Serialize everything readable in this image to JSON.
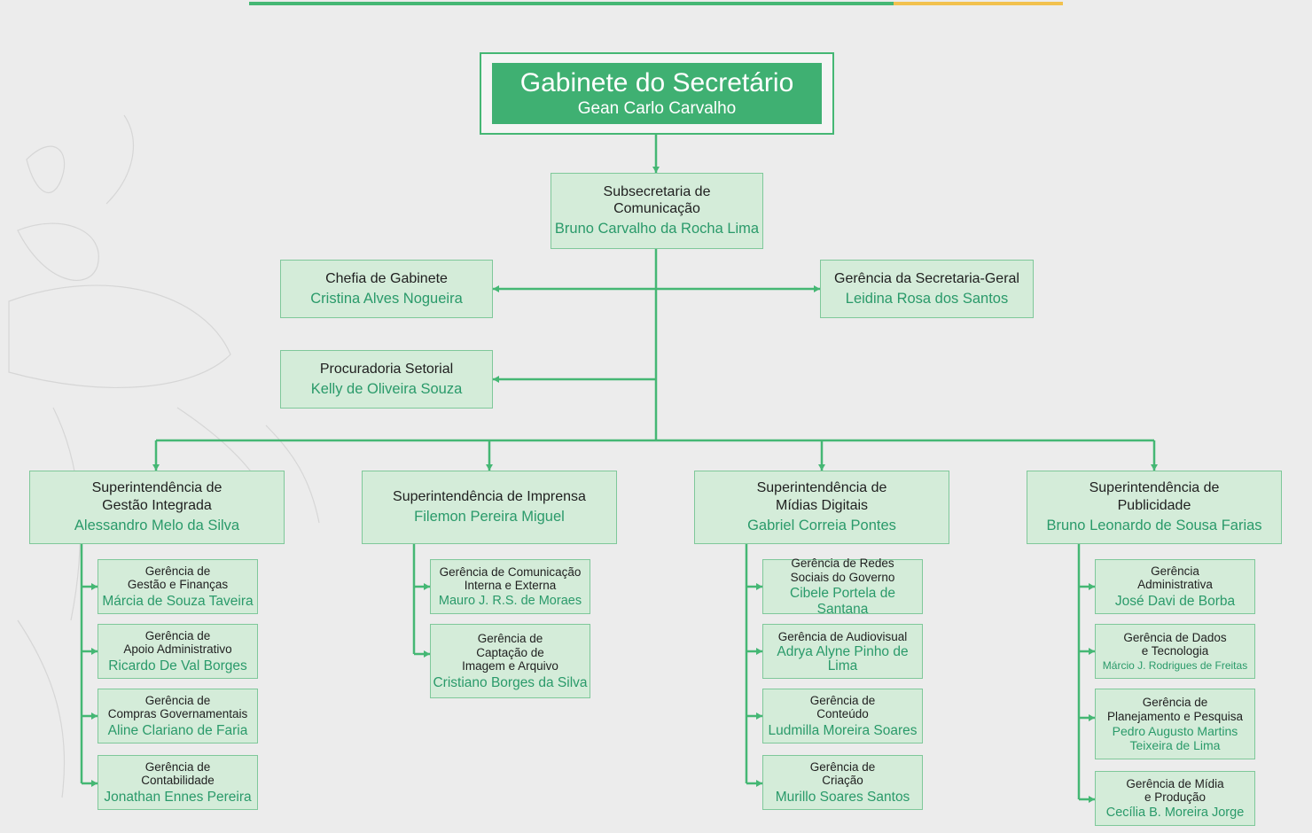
{
  "theme": {
    "line": "#45b774",
    "box_bg": "#d4ecd9",
    "box_border": "#7fc89a",
    "name_color": "#2a9a6a",
    "header_bg": "#3fb072",
    "accent_gold": "#f2c14e"
  },
  "top": {
    "title": "Gabinete do Secretário",
    "name": "Gean Carlo Carvalho"
  },
  "subsecretaria": {
    "title": "Subsecretaria de\nComunicação",
    "name": "Bruno Carvalho da Rocha Lima"
  },
  "chefia": {
    "title": "Chefia de Gabinete",
    "name": "Cristina Alves Nogueira"
  },
  "secretaria_geral": {
    "title": "Gerência da Secretaria-Geral",
    "name": "Leidina Rosa dos Santos"
  },
  "procuradoria": {
    "title": "Procuradoria Setorial",
    "name": "Kelly de Oliveira Souza"
  },
  "superintendencias": [
    {
      "title": "Superintendência de\nGestão Integrada",
      "name": "Alessandro Melo da Silva",
      "gerencias": [
        {
          "title": "Gerência de\nGestão e Finanças",
          "name": "Márcia de Souza Taveira"
        },
        {
          "title": "Gerência de\nApoio Administrativo",
          "name": "Ricardo De Val Borges"
        },
        {
          "title": "Gerência de\nCompras Governamentais",
          "name": "Aline Clariano de Faria"
        },
        {
          "title": "Gerência de\nContabilidade",
          "name": "Jonathan Ennes Pereira"
        }
      ]
    },
    {
      "title": "Superintendência de Imprensa",
      "name": "Filemon Pereira Miguel",
      "gerencias": [
        {
          "title": "Gerência de Comunicação\nInterna e Externa",
          "name": "Mauro J. R.S. de Moraes"
        },
        {
          "title": "Gerência de\nCaptação de\nImagem e Arquivo",
          "name": "Cristiano Borges da Silva"
        }
      ]
    },
    {
      "title": "Superintendência de\nMídias Digitais",
      "name": "Gabriel Correia Pontes",
      "gerencias": [
        {
          "title": "Gerência de Redes\nSociais do Governo",
          "name": "Cibele Portela de Santana"
        },
        {
          "title": "Gerência de Audiovisual",
          "name": "Adrya Alyne Pinho de\nLima"
        },
        {
          "title": "Gerência de\nConteúdo",
          "name": "Ludmilla Moreira Soares"
        },
        {
          "title": "Gerência de\nCriação",
          "name": "Murillo Soares Santos"
        }
      ]
    },
    {
      "title": "Superintendência de\nPublicidade",
      "name": "Bruno Leonardo de Sousa Farias",
      "gerencias": [
        {
          "title": "Gerência\nAdministrativa",
          "name": "José Davi de Borba"
        },
        {
          "title": "Gerência de Dados\ne Tecnologia",
          "name": "Márcio J. Rodrigues de Freitas"
        },
        {
          "title": "Gerência de\nPlanejamento e Pesquisa",
          "name": "Pedro Augusto Martins\nTeixeira de Lima"
        },
        {
          "title": "Gerência de Mídia\ne Produção",
          "name": "Cecília B. Moreira Jorge"
        }
      ]
    }
  ]
}
